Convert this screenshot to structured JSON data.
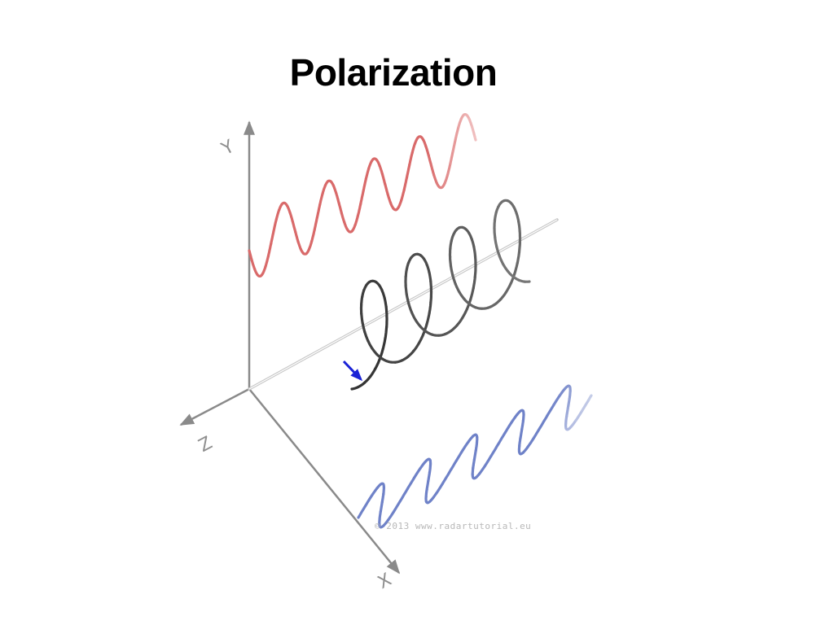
{
  "slide": {
    "title": "Polarization"
  },
  "diagram": {
    "axes": {
      "y_label": "Y",
      "z_label": "Z",
      "x_label": "X"
    },
    "waves": [
      {
        "name": "vertical-wave",
        "color": "#d96a6a",
        "fade_color": "#f1c2c2",
        "cycles": 5
      },
      {
        "name": "horizontal-wave",
        "color": "#6f82c8",
        "fade_color": "#c6cde8",
        "cycles": 5
      },
      {
        "name": "circular-wave",
        "color": "#333333",
        "fade_color": "#777777",
        "turns": 4
      }
    ],
    "vector_color": "#1a22d6",
    "watermark": "© 2013  www.radartutorial.eu"
  }
}
